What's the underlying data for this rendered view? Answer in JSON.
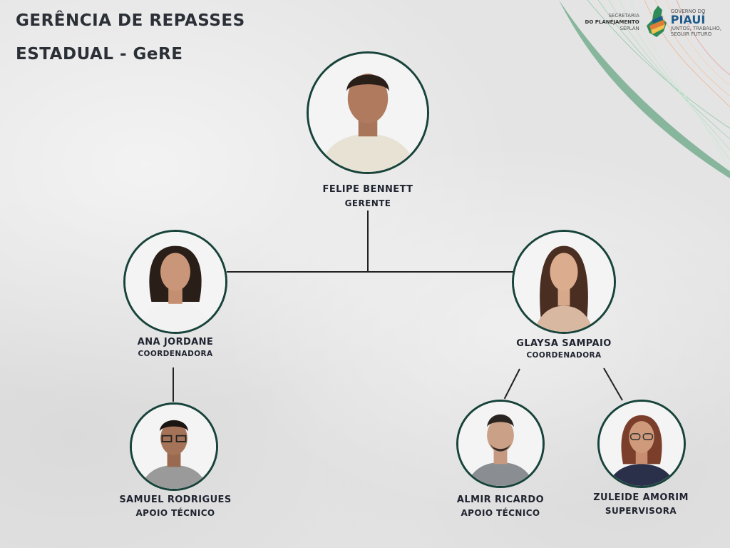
{
  "header": {
    "title_line1": "GERÊNCIA DE REPASSES",
    "title_line2": "ESTADUAL - GeRE"
  },
  "logos": {
    "seplan_line1": "SECRETARIA",
    "seplan_line2": "DO PLANEJAMENTO",
    "seplan_line3": "SEPLAN",
    "governo_line1": "GOVERNO DO",
    "governo_line2": "PIAUÍ",
    "governo_line3": "JUNTOS, TRABALHO,",
    "governo_line4": "SEGUIR FUTURO"
  },
  "org_chart": {
    "manager": {
      "name": "FELIPE BENNETT",
      "role": "GERENTE"
    },
    "coordinators": [
      {
        "name": "ANA JORDANE",
        "role": "COORDENADORA"
      },
      {
        "name": "GLAYSA SAMPAIO",
        "role": "COORDENADORA"
      }
    ],
    "staff": [
      {
        "name": "SAMUEL RODRIGUES",
        "role": "APOIO TÉCNICO"
      },
      {
        "name": "ALMIR RICARDO",
        "role": "APOIO TÉCNICO"
      },
      {
        "name": "ZULEIDE AMORIM",
        "role": "SUPERVISORA"
      }
    ]
  },
  "colors": {
    "frame": "#17433a",
    "text": "#1f2430",
    "accent_green": "#2e8b57",
    "accent_orange": "#e07b3a"
  }
}
